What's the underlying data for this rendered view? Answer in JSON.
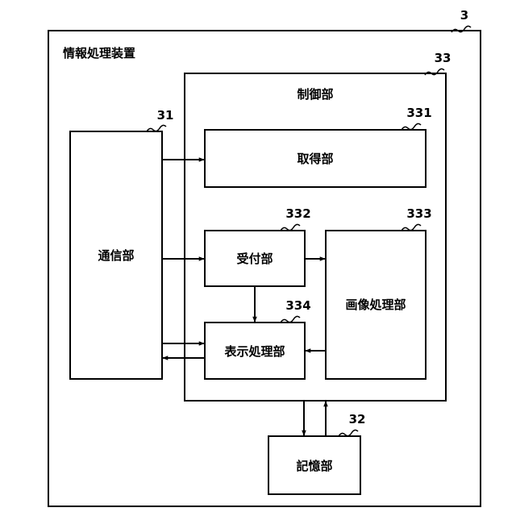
{
  "figure": {
    "ref": "3",
    "title": "情報処理装置"
  },
  "controller": {
    "ref": "33",
    "label": "制御部"
  },
  "blocks": {
    "communication": {
      "ref": "31",
      "label": "通信部"
    },
    "storage": {
      "ref": "32",
      "label": "記憶部"
    },
    "acquisition": {
      "ref": "331",
      "label": "取得部"
    },
    "reception": {
      "ref": "332",
      "label": "受付部"
    },
    "image_processing": {
      "ref": "333",
      "label": "画像処理部"
    },
    "display_processing": {
      "ref": "334",
      "label": "表示処理部"
    }
  }
}
